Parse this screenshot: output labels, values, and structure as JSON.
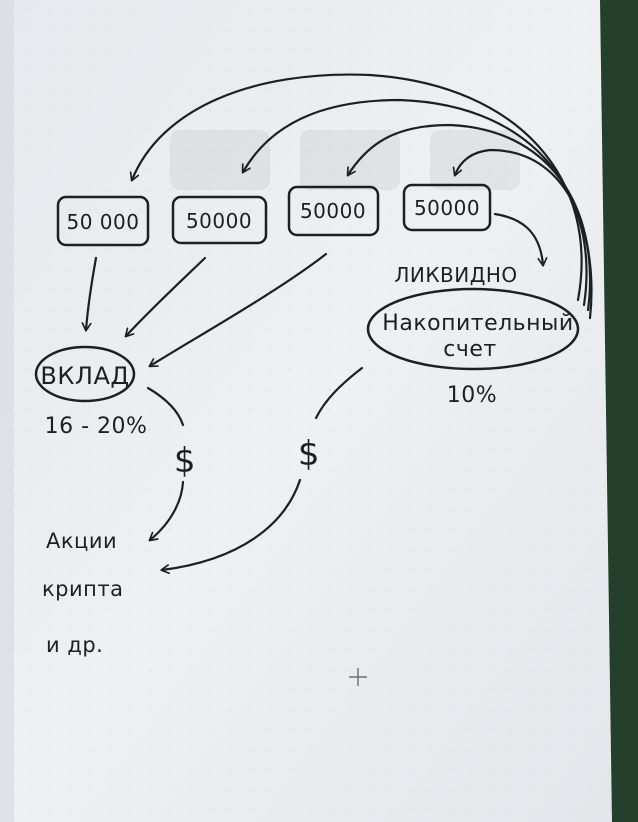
{
  "boxes": [
    {
      "label": "50 000"
    },
    {
      "label": "50000"
    },
    {
      "label": "50000"
    },
    {
      "label": "50000"
    }
  ],
  "deposit": {
    "label": "ВКЛАД",
    "rate": "16 - 20%"
  },
  "liquid_label": "ЛИКВИДНО",
  "savings": {
    "line1": "Накопительный",
    "line2": "счет",
    "rate": "10%"
  },
  "dollar_sign": "$",
  "targets": [
    "Акции",
    "крипта",
    "и др."
  ],
  "colors": {
    "ink": "#1e1f24",
    "paper": "#eceff2",
    "cover": "#243f2c"
  }
}
